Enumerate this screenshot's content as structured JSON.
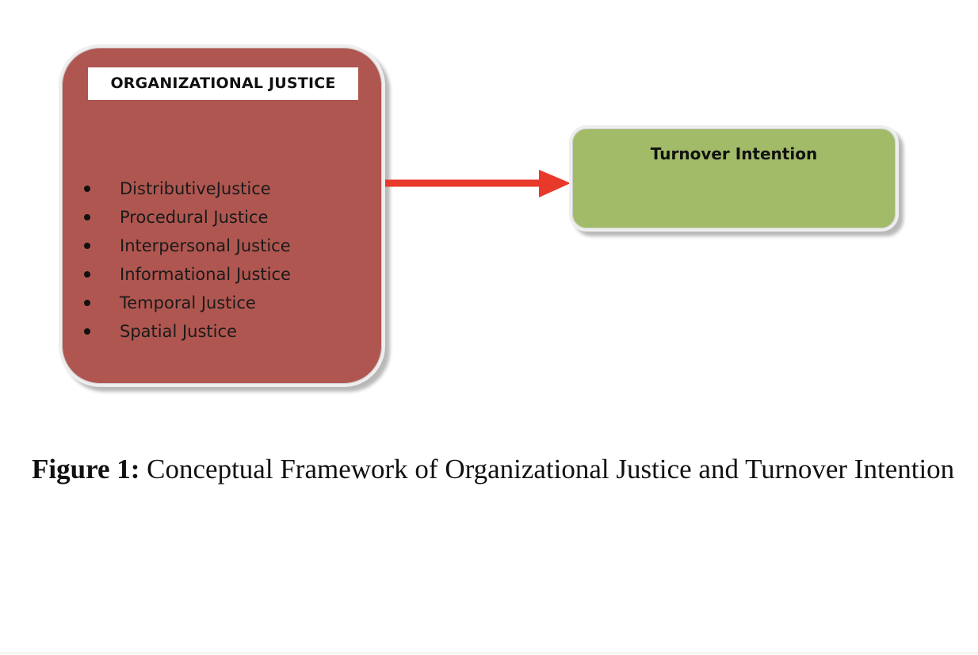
{
  "diagram": {
    "left_box": {
      "title": "ORGANIZATIONAL JUSTICE",
      "items": [
        {
          "label": "DistributiveJustice"
        },
        {
          "label": "Procedural Justice"
        },
        {
          "label": "Interpersonal Justice"
        },
        {
          "label": "Informational Justice"
        },
        {
          "label": "Temporal Justice"
        },
        {
          "label": "Spatial Justice"
        }
      ],
      "fill_color": "#b05650"
    },
    "right_box": {
      "title": "Turnover Intention",
      "fill_color": "#a1bb68"
    },
    "arrow": {
      "from": "ORGANIZATIONAL JUSTICE",
      "to": "Turnover Intention",
      "color": "#e8392b"
    }
  },
  "caption": {
    "label": "Figure 1:",
    "text": " Conceptual Framework of Organizational Justice and Turnover Intention"
  }
}
